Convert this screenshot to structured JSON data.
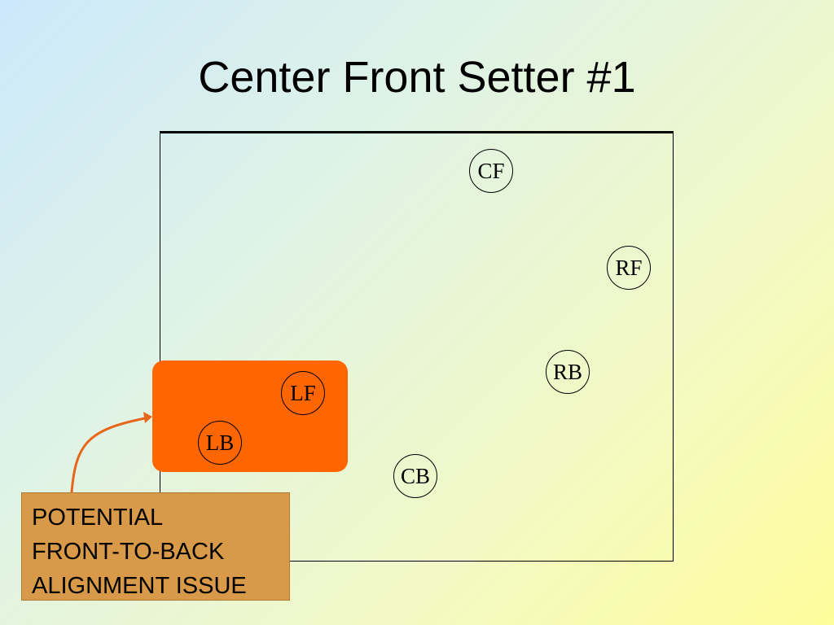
{
  "slide": {
    "title": "Center Front Setter #1"
  },
  "players": {
    "cf": "CF",
    "rf": "RF",
    "rb": "RB",
    "lf": "LF",
    "lb": "LB",
    "cb": "CB"
  },
  "callout": {
    "lines": [
      "POTENTIAL",
      "FRONT-TO-BACK",
      "ALIGNMENT ISSUE"
    ]
  },
  "colors": {
    "highlight": "#ff6600",
    "callout_fill": "#d89a48",
    "arrow": "#e8661a"
  }
}
